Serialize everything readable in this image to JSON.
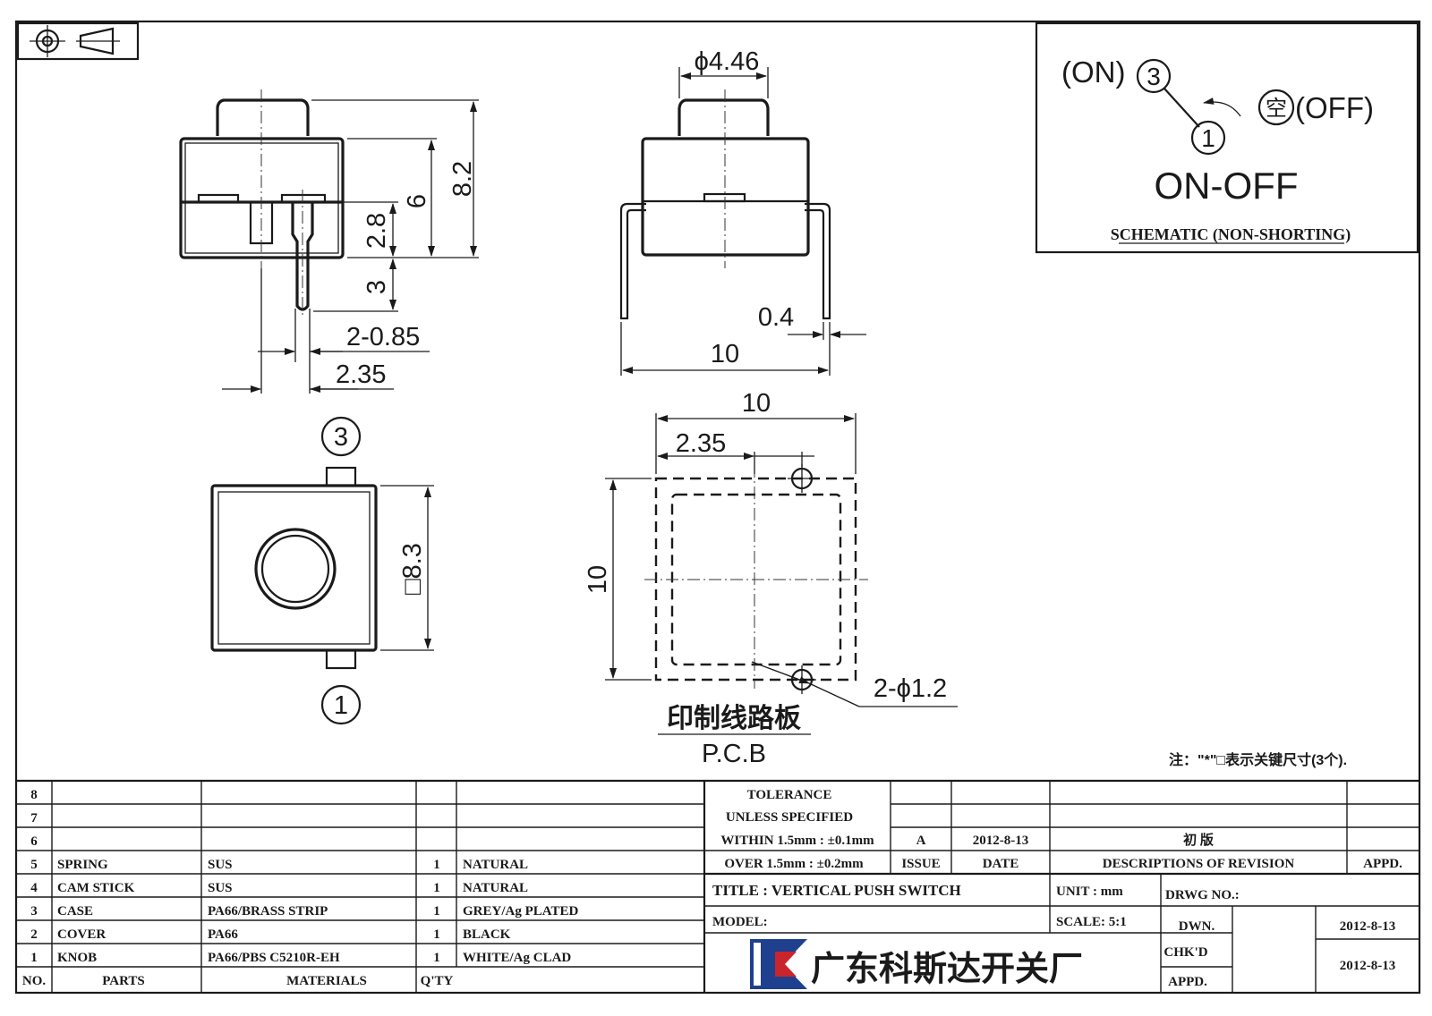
{
  "drawing": {
    "dims": {
      "side_height_total": "8.2",
      "side_height_body": "6",
      "side_height_lower": "2.8",
      "side_pin_length": "3",
      "side_pin_width": "2-0.85",
      "side_pin_offset": "2.35",
      "front_knob_dia": "ϕ4.46",
      "front_pin_thick": "0.4",
      "front_width": "10",
      "top_body": "□8.3",
      "pcb_width": "10",
      "pcb_offset": "2.35",
      "pcb_height": "10",
      "pcb_holes": "2-ϕ1.2"
    },
    "terminals": {
      "t3": "3",
      "t1": "1"
    },
    "pcb_label_cn": "印制线路板",
    "pcb_label_en": "P.C.B",
    "note": "注：\"*\"□表示关键尺寸(3个)."
  },
  "schematic": {
    "on_label": "(ON)",
    "on_num": "3",
    "common_num": "1",
    "off_char": "空",
    "off_label": "(OFF)",
    "type_label": "ON-OFF",
    "caption": "SCHEMATIC (NON-SHORTING)"
  },
  "bom": {
    "header": {
      "no": "NO.",
      "parts": "PARTS",
      "materials": "MATERIALS",
      "qty": "Q'TY"
    },
    "rows": [
      {
        "no": "8",
        "part": "",
        "material": "",
        "qty": "",
        "finish": ""
      },
      {
        "no": "7",
        "part": "",
        "material": "",
        "qty": "",
        "finish": ""
      },
      {
        "no": "6",
        "part": "",
        "material": "",
        "qty": "",
        "finish": ""
      },
      {
        "no": "5",
        "part": "SPRING",
        "material": "SUS",
        "qty": "1",
        "finish": "NATURAL"
      },
      {
        "no": "4",
        "part": "CAM STICK",
        "material": "SUS",
        "qty": "1",
        "finish": "NATURAL"
      },
      {
        "no": "3",
        "part": "CASE",
        "material": "PA66/BRASS STRIP",
        "qty": "1",
        "finish": "GREY/Ag PLATED"
      },
      {
        "no": "2",
        "part": "COVER",
        "material": "PA66",
        "qty": "1",
        "finish": "BLACK"
      },
      {
        "no": "1",
        "part": "KNOB",
        "material": "PA66/PBS C5210R-EH",
        "qty": "1",
        "finish": "WHITE/Ag CLAD"
      }
    ]
  },
  "titleblock": {
    "tolerance_1": "TOLERANCE",
    "tolerance_2": "UNLESS  SPECIFIED",
    "tolerance_3": "WITHIN 1.5mm : ±0.1mm",
    "tolerance_4": "OVER 1.5mm : ±0.2mm",
    "rev_issue": "A",
    "rev_date": "2012-8-13",
    "rev_desc": "初  版",
    "hdr_issue": "ISSUE",
    "hdr_date": "DATE",
    "hdr_desc": "DESCRIPTIONS OF REVISION",
    "hdr_appd": "APPD.",
    "title": "TITLE :  VERTICAL PUSH SWITCH",
    "unit": "UNIT :  mm",
    "drwg_no": "DRWG NO.:",
    "model": "MODEL:",
    "scale": "SCALE:  5:1",
    "dwn": "DWN.",
    "dwn_date": "2012-8-13",
    "chkd": "CHK'D",
    "chk_date": "2012-8-13",
    "appd": "APPD.",
    "company": "广东科斯达开关厂"
  },
  "colors": {
    "line": "#1a1a1a",
    "logo_blue": "#1f3f8f",
    "logo_red": "#c8262c"
  },
  "icons": [
    "projection-symbol-icon",
    "company-logo-icon"
  ]
}
